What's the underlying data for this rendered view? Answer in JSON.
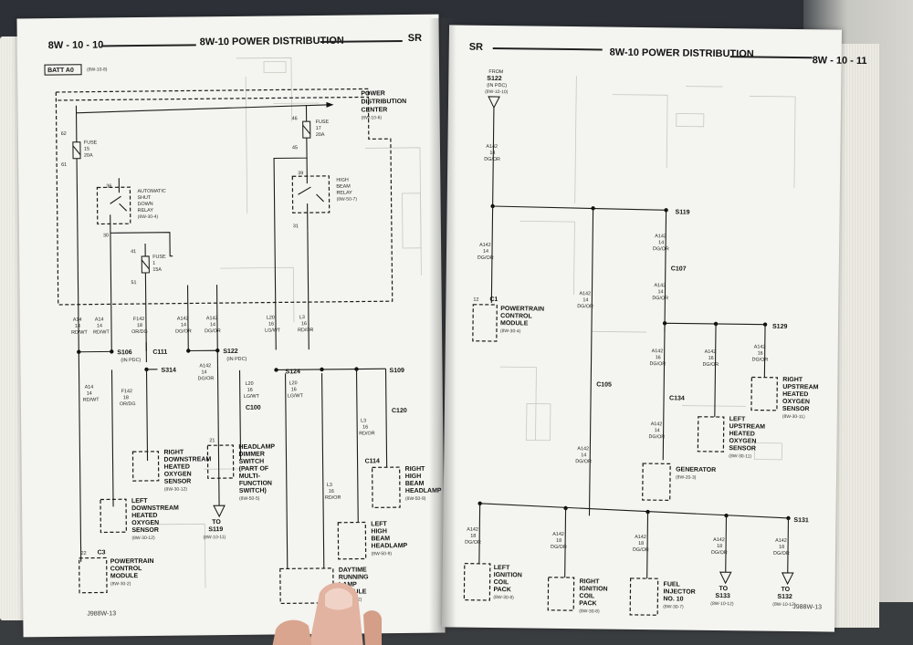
{
  "left_page": {
    "page_number": "8W - 10 - 10",
    "title": "8W-10 POWER DISTRIBUTION",
    "model_code": "SR",
    "footer_code": "J988W-13",
    "battery_label": "BATT A0",
    "battery_ref": "(8W-10-8)",
    "pdc_title": [
      "POWER",
      "DISTRIBUTION",
      "CENTER"
    ],
    "pdc_ref": "(8W-10-6)",
    "fuse15": [
      "FUSE",
      "15",
      "20A"
    ],
    "fuse17": [
      "FUSE",
      "17",
      "20A"
    ],
    "fuse1": [
      "FUSE",
      "1",
      "15A"
    ],
    "asd_relay": [
      "AUTOMATIC",
      "SHUT",
      "DOWN",
      "RELAY",
      "(8W-30-4)"
    ],
    "hb_relay": [
      "HIGH",
      "BEAM",
      "RELAY",
      "(8W-50-7)"
    ],
    "pin_numbers": [
      "62",
      "61",
      "36",
      "30",
      "41",
      "51",
      "46",
      "45",
      "39",
      "31"
    ],
    "wires_top": [
      [
        "A14",
        "14",
        "RD/WT"
      ],
      [
        "A14",
        "14",
        "RD/WT"
      ],
      [
        "F142",
        "18",
        "OR/DG"
      ],
      [
        "A142",
        "14",
        "DG/OR"
      ],
      [
        "A142",
        "14",
        "DG/OR"
      ],
      [
        "L20",
        "16",
        "LG/WT"
      ],
      [
        "L3",
        "16",
        "RD/OR"
      ]
    ],
    "splices": [
      "S106",
      "(IN PDC)",
      "C111",
      "S122",
      "(IN PDC)",
      "S314",
      "S124",
      "S109"
    ],
    "wires_mid": [
      [
        "A14",
        "14",
        "RD/WT"
      ],
      [
        "F142",
        "18",
        "OR/DG"
      ],
      [
        "A142",
        "14",
        "DG/OR"
      ],
      [
        "L20",
        "16",
        "LG/WT"
      ],
      [
        "L20",
        "16",
        "LG/WT"
      ],
      [
        "L3",
        "16",
        "RD/OR"
      ],
      [
        "L3",
        "16",
        "RD/OR"
      ]
    ],
    "connectors": [
      "C100",
      "C120",
      "C114"
    ],
    "components": {
      "right_down_o2": [
        "RIGHT",
        "DOWNSTREAM",
        "HEATED",
        "OXYGEN",
        "SENSOR",
        "(8W-30-12)"
      ],
      "left_down_o2": [
        "LEFT",
        "DOWNSTREAM",
        "HEATED",
        "OXYGEN",
        "SENSOR",
        "(8W-30-12)"
      ],
      "pcm": [
        "POWERTRAIN",
        "CONTROL",
        "MODULE",
        "(8W-30-2)"
      ],
      "pcm_connector": "C3",
      "pcm_pin": "22",
      "dimmer": [
        "HEADLAMP",
        "DIMMER",
        "SWITCH",
        "(PART OF",
        "MULTI-",
        "FUNCTION",
        "SWITCH)",
        "(8W-50-5)"
      ],
      "dimmer_pin": "21",
      "to_s119": [
        "TO",
        "S119",
        "(8W-10-11)"
      ],
      "rh_headlamp": [
        "RIGHT",
        "HIGH",
        "BEAM",
        "HEADLAMP",
        "(8W-50-8)"
      ],
      "lh_headlamp": [
        "LEFT",
        "HIGH",
        "BEAM",
        "HEADLAMP",
        "(8W-50-9)"
      ],
      "drl": [
        "DAYTIME",
        "RUNNING",
        "LAMP",
        "MODULE",
        "(8W-50-12)"
      ]
    }
  },
  "right_page": {
    "page_number": "8W - 10 - 11",
    "title": "8W-10 POWER DISTRIBUTION",
    "model_code": "SR",
    "footer_code": "J988W-13",
    "from": [
      "FROM",
      "S122",
      "(IN PDC)",
      "(8W-10-10)"
    ],
    "wire_main": [
      "A142",
      "14",
      "DG/OR"
    ],
    "splices": [
      "S119",
      "S129",
      "S131"
    ],
    "connectors": [
      "C107",
      "C105",
      "C134",
      "C1"
    ],
    "pcm": [
      "POWERTRAIN",
      "CONTROL",
      "MODULE",
      "(8W-30-4)"
    ],
    "pcm_pin": "12",
    "right_up_o2": [
      "RIGHT",
      "UPSTREAM",
      "HEATED",
      "OXYGEN",
      "SENSOR",
      "(8W-30-11)"
    ],
    "left_up_o2": [
      "LEFT",
      "UPSTREAM",
      "HEATED",
      "OXYGEN",
      "SENSOR",
      "(8W-30-11)"
    ],
    "generator": [
      "GENERATOR",
      "(8W-20-3)"
    ],
    "left_coil": [
      "LEFT",
      "IGNITION",
      "COIL",
      "PACK",
      "(8W-30-8)"
    ],
    "right_coil": [
      "RIGHT",
      "IGNITION",
      "COIL",
      "PACK",
      "(8W-30-8)"
    ],
    "injector": [
      "FUEL",
      "INJECTOR",
      "NO. 10",
      "(8W-30-7)"
    ],
    "to_s133": [
      "TO",
      "S133",
      "(8W-10-12)"
    ],
    "to_s132": [
      "TO",
      "S132",
      "(8W-10-12)"
    ],
    "wire_small": [
      "A142",
      "16",
      "DG/OR"
    ],
    "wire_18": [
      "A142",
      "18",
      "DG/OR"
    ]
  },
  "colors": {
    "page": "#f4f4f0",
    "ink": "#1b1b1b",
    "ghost": "#c9c9c2",
    "background": "#2d3137"
  }
}
